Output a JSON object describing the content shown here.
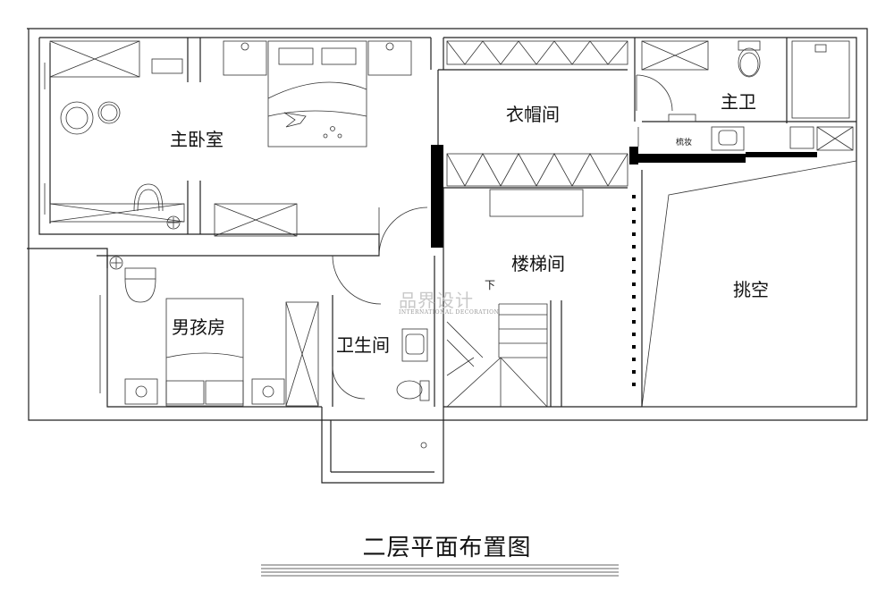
{
  "rooms": {
    "master_bedroom": "主卧室",
    "cloakroom": "衣帽间",
    "master_bath": "主卫",
    "stairwell": "楼梯间",
    "void": "挑空",
    "boys_room": "男孩房",
    "bathroom": "卫生间"
  },
  "annotations": {
    "down_arrow": "下",
    "vanity": "梳妆"
  },
  "watermark": {
    "logo": "品界设计",
    "subtitle": "INTERNATIONAL DECORATION"
  },
  "title": "二层平面布置图",
  "icons": [
    "fan-icon",
    "chair-icon",
    "bed-icon",
    "toilet-icon",
    "sink-icon",
    "stair-icon",
    "door-swing-icon"
  ]
}
